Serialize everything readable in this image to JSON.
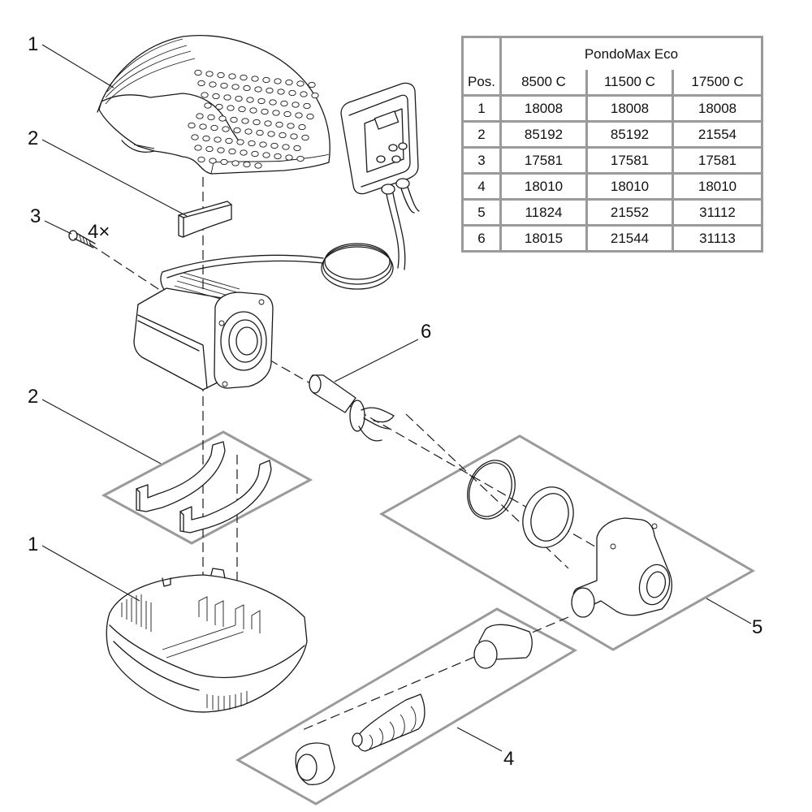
{
  "diagram": {
    "type": "exploded parts view",
    "callouts": [
      {
        "id": "callout-1-top",
        "label": "1",
        "part": "filter housing top"
      },
      {
        "id": "callout-2-top",
        "label": "2",
        "part": "damping element"
      },
      {
        "id": "callout-3",
        "label": "3",
        "part": "screw"
      },
      {
        "id": "callout-3-qty",
        "label": "4×",
        "part": "screw quantity"
      },
      {
        "id": "callout-2-bottom",
        "label": "2",
        "part": "damping elements kit"
      },
      {
        "id": "callout-1-bottom",
        "label": "1",
        "part": "filter housing bottom"
      },
      {
        "id": "callout-6",
        "label": "6",
        "part": "impeller unit"
      },
      {
        "id": "callout-5",
        "label": "5",
        "part": "pump housing kit"
      },
      {
        "id": "callout-4",
        "label": "4",
        "part": "hose connector kit"
      }
    ]
  },
  "parts_table": {
    "series": "PondoMax Eco",
    "pos_header": "Pos.",
    "models": [
      "8500 C",
      "11500 C",
      "17500 C"
    ],
    "rows": [
      {
        "pos": "1",
        "values": [
          "18008",
          "18008",
          "18008"
        ]
      },
      {
        "pos": "2",
        "values": [
          "85192",
          "85192",
          "21554"
        ]
      },
      {
        "pos": "3",
        "values": [
          "17581",
          "17581",
          "17581"
        ]
      },
      {
        "pos": "4",
        "values": [
          "18010",
          "18010",
          "18010"
        ]
      },
      {
        "pos": "5",
        "values": [
          "11824",
          "21552",
          "31112"
        ]
      },
      {
        "pos": "6",
        "values": [
          "18015",
          "21544",
          "31113"
        ]
      }
    ]
  },
  "colors": {
    "line": "#1a1a1a",
    "kit_frame": "#9a9a9a",
    "table_border": "#9a9a9a",
    "background": "#ffffff"
  }
}
